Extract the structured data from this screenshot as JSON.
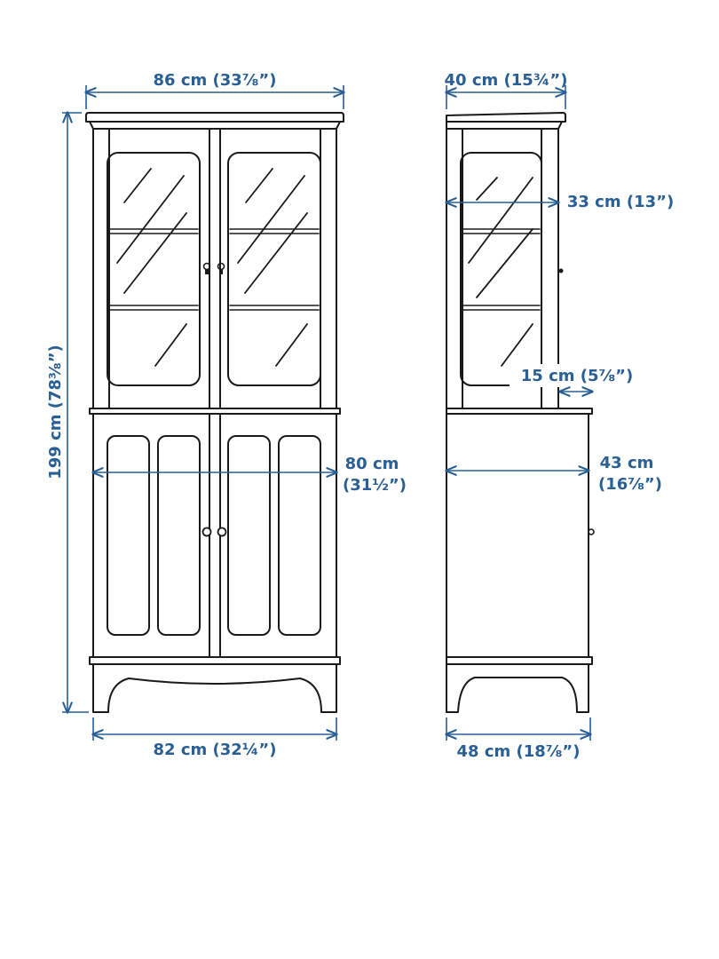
{
  "dimensions": {
    "front_top_width": "86 cm (33⅞”)",
    "front_height": "199 cm (78⅜”)",
    "front_inner_width_cm": "80 cm",
    "front_inner_width_in": "(31½”)",
    "front_base_width": "82 cm (32¼”)",
    "side_top_depth": "40 cm (15¾”)",
    "side_upper_depth": "33 cm (13”)",
    "side_ledge_depth": "15 cm (5⅞”)",
    "side_lower_depth_cm": "43 cm",
    "side_lower_depth_in": "(16⅞”)",
    "side_base_depth": "48 cm (18⅞”)"
  },
  "colors": {
    "dimension": "#2a5f94",
    "outline": "#1a1a1a",
    "background": "#ffffff"
  }
}
